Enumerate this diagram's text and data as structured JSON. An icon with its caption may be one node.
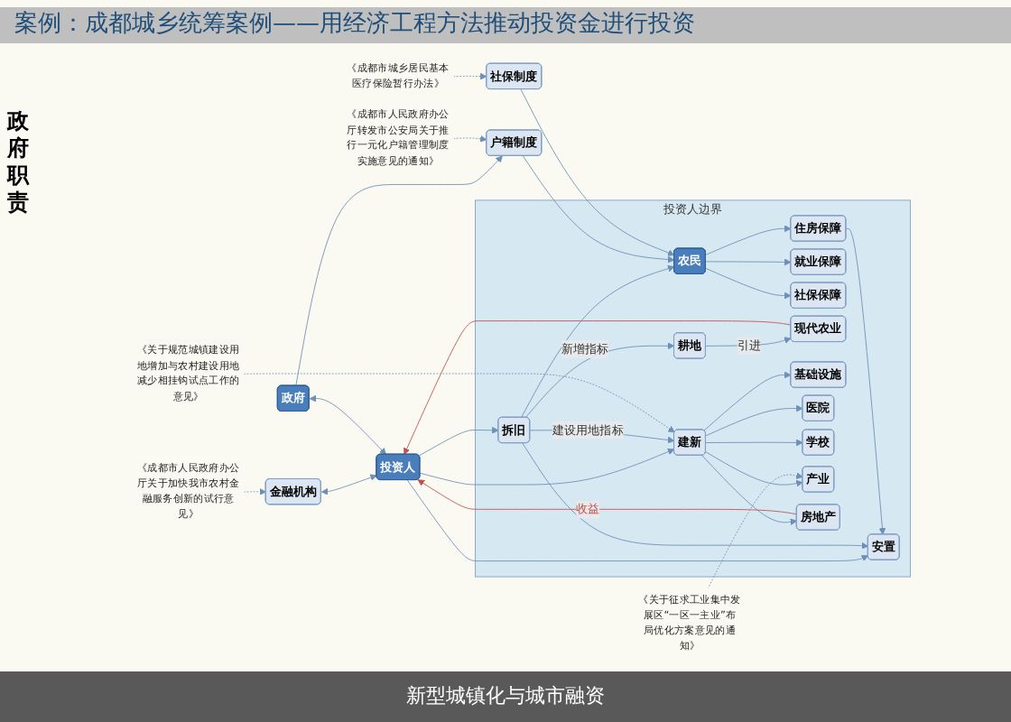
{
  "diagram": {
    "title": "案例：成都城乡统筹案例——用经济工程方法推动投资金进行投资",
    "caption": "新型城镇化与城市融资",
    "nodes": [
      {
        "text": [
          "《成都市人民政府办公厅转发市公安局关于推行一元化户籍管理制度实施意见的通知》"
        ]
      },
      {
        "text": [
          "金融机构"
        ]
      },
      {
        "text": [
          "《成都市人民政府办公厅关于加快我市农村金融服务创新的试行意见》"
        ]
      },
      {
        "text": [
          "《关于规范城镇建设用地增加与农村建设用地减少相挂钩试点工作的意见》"
        ]
      },
      {
        "text": [
          "政府"
        ]
      },
      {
        "text": [
          "投资人"
        ]
      },
      {
        "text": [
          "投资人边界"
        ]
      },
      {
        "text": [
          "安置"
        ],
        "in": 6
      },
      {
        "text": [
          "拆旧"
        ],
        "in": 6
      },
      {
        "text": [
          "建新"
        ],
        "in": 6
      },
      {
        "text": [
          "农民"
        ],
        "in": 6
      },
      {
        "text": [
          "住房保障"
        ],
        "in": 6
      },
      {
        "text": [
          "就业保障"
        ],
        "in": 6
      },
      {
        "text": [
          "社保保障"
        ],
        "in": 6
      },
      {
        "text": [
          "耕地"
        ],
        "in": 6
      },
      {
        "text": [
          "现代农业"
        ],
        "in": 6
      },
      {
        "text": [
          "基础设施"
        ],
        "in": 6
      },
      {
        "text": [
          "医院"
        ],
        "in": 6
      },
      {
        "text": [
          "学校"
        ],
        "in": 6
      },
      {
        "text": [
          "产业"
        ],
        "in": 6
      },
      {
        "text": [
          "房地产"
        ],
        "in": 6
      },
      {
        "text": [
          "户籍制度"
        ]
      },
      {
        "text": [
          "社保制度"
        ]
      },
      {
        "text": [
          "《成都市城乡居民基本医疗保险暂行办法》"
        ]
      },
      {
        "text": [
          "《关于征求工业集中发展区“一区一主业”布局优化方案意见的通知》"
        ]
      }
    ],
    "edges": [
      {
        "from": 1,
        "to": 5,
        "arrow": "both"
      },
      {
        "from": 4,
        "to": 5,
        "arrow": "both"
      },
      {
        "from": 4,
        "to": 21,
        "arrow": "to"
      },
      {
        "from": 5,
        "to": 7,
        "arrow": "to"
      },
      {
        "from": 5,
        "to": 8,
        "arrow": "to"
      },
      {
        "from": 5,
        "to": 9,
        "arrow": "to"
      },
      {
        "from": 8,
        "to": 7,
        "arrow": "to"
      },
      {
        "from": 8,
        "to": 10,
        "arrow": "to"
      },
      {
        "from": 8,
        "to": 9,
        "arrow": "to",
        "label": "建设用地指标"
      },
      {
        "from": 8,
        "to": 14,
        "arrow": "to",
        "label": "新增指标"
      },
      {
        "from": 14,
        "to": 15,
        "arrow": "to",
        "label": "引进"
      },
      {
        "from": 10,
        "to": 11,
        "arrow": "to"
      },
      {
        "from": 10,
        "to": 12,
        "arrow": "to"
      },
      {
        "from": 10,
        "to": 13,
        "arrow": "to"
      },
      {
        "from": 11,
        "to": 7,
        "arrow": "to"
      },
      {
        "from": 21,
        "to": 10,
        "arrow": "to"
      },
      {
        "from": 22,
        "to": 10,
        "arrow": "to"
      },
      {
        "from": 9,
        "to": 16,
        "arrow": "to"
      },
      {
        "from": 9,
        "to": 17,
        "arrow": "to"
      },
      {
        "from": 9,
        "to": 18,
        "arrow": "to"
      },
      {
        "from": 9,
        "to": 19,
        "arrow": "to"
      },
      {
        "from": 9,
        "to": 20,
        "arrow": "to"
      },
      {
        "from": 20,
        "to": 5,
        "arrow": "to",
        "label": "收益",
        "color": "#c0504d"
      },
      {
        "from": 15,
        "to": 5,
        "arrow": "to",
        "color": "#c0504d"
      },
      {
        "from": 0,
        "to": 21,
        "arrow": "to",
        "style": "dashed"
      },
      {
        "from": 2,
        "to": 1,
        "arrow": "to",
        "style": "dashed"
      },
      {
        "from": 3,
        "to": 9,
        "arrow": "to",
        "style": "dashed"
      },
      {
        "from": 23,
        "to": 22,
        "arrow": "to",
        "style": "dashed"
      },
      {
        "from": 24,
        "to": 19,
        "arrow": "to",
        "style": "dashed"
      }
    ],
    "labels": [
      "政府职责"
    ]
  }
}
